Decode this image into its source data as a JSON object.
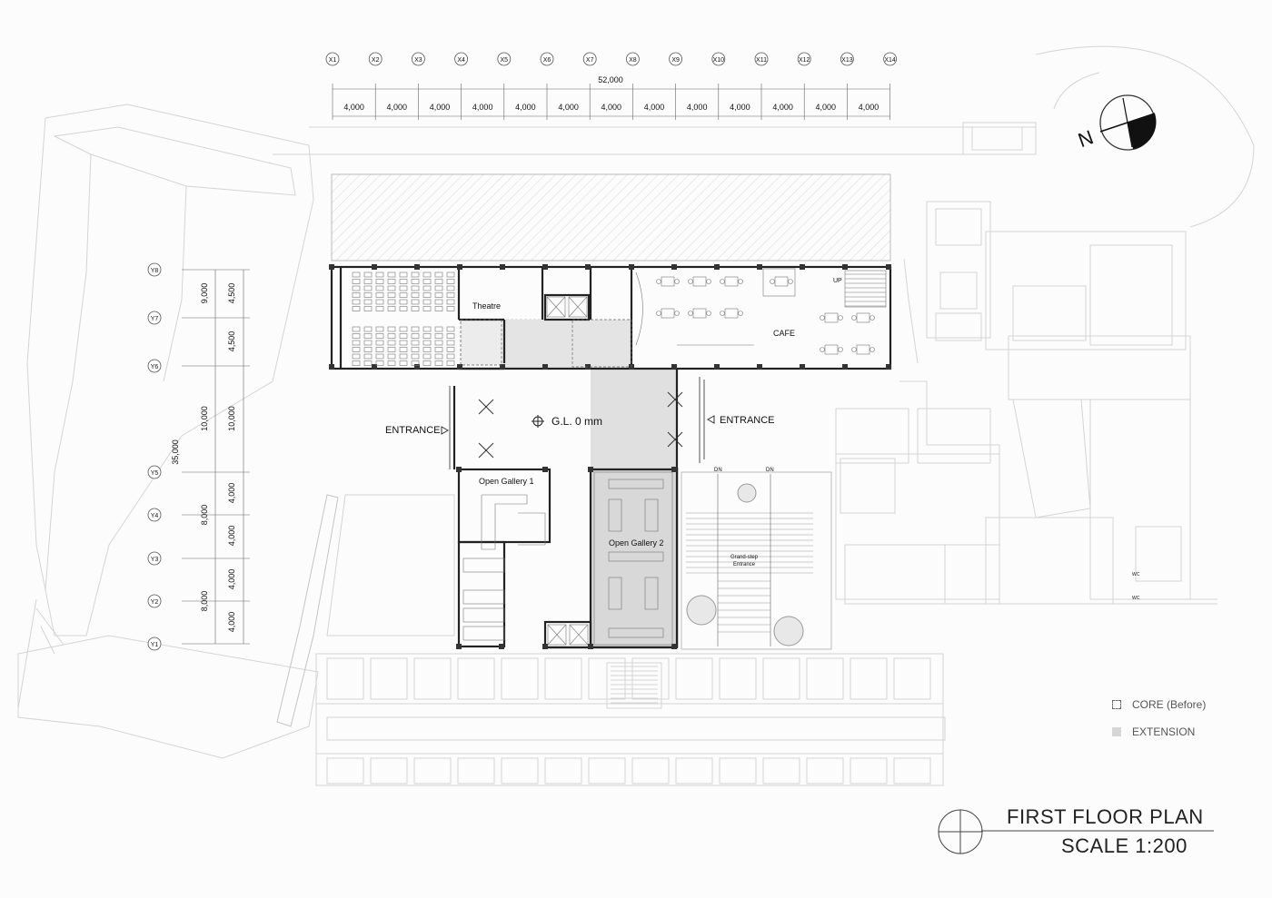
{
  "plan": {
    "title": "FIRST FLOOR PLAN",
    "scale": "SCALE 1:200",
    "ground_level": "G.L.  0 mm",
    "north_label": "N"
  },
  "grid": {
    "x_axes": [
      "X1",
      "X2",
      "X3",
      "X4",
      "X5",
      "X6",
      "X7",
      "X8",
      "X9",
      "X10",
      "X11",
      "X12",
      "X13",
      "X14"
    ],
    "x_total": "52,000",
    "x_spacing": [
      "4,000",
      "4,000",
      "4,000",
      "4,000",
      "4,000",
      "4,000",
      "4,000",
      "4,000",
      "4,000",
      "4,000",
      "4,000",
      "4,000",
      "4,000"
    ],
    "y_axes": [
      "Y8",
      "Y7",
      "Y6",
      "Y5",
      "Y4",
      "Y3",
      "Y2",
      "Y1"
    ],
    "y_total": "35,000",
    "y_group": [
      "9,000",
      "10,000",
      "8,000",
      "8,000"
    ],
    "y_spacing": [
      "4,500",
      "4,500",
      "10,000",
      "4,000",
      "4,000",
      "4,000",
      "4,000"
    ]
  },
  "rooms": {
    "theatre": "Theatre",
    "cafe": "CAFE",
    "gallery1": "Open Gallery 1",
    "gallery2": "Open Gallery 2",
    "grand_step_1": "Grand-step",
    "grand_step_2": "Entrance",
    "entrance_west": "ENTRANCE",
    "entrance_east": "ENTRANCE",
    "up": "UP",
    "dn1": "DN",
    "dn2": "DN",
    "wc1": "WC",
    "wc2": "WC"
  },
  "legend": {
    "core": "CORE (Before)",
    "extension": "EXTENSION",
    "extension_color": "#d6d6d6"
  }
}
